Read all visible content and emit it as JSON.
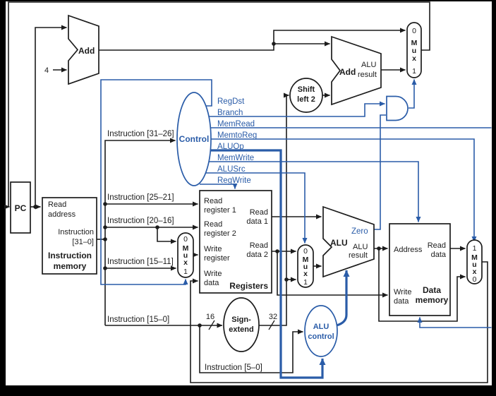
{
  "colors": {
    "blue": "#2a5ca8",
    "black": "#1c1c1c",
    "bg": "#ffffff",
    "frame": "#000000"
  },
  "blocks": {
    "pc": "PC",
    "imem": {
      "read": "Read",
      "address": "address",
      "instr": "Instruction",
      "bits": "[31–0]",
      "name1": "Instruction",
      "name2": "memory"
    },
    "regs": {
      "rr1a": "Read",
      "rr1b": "register 1",
      "rr2a": "Read",
      "rr2b": "register 2",
      "wra": "Write",
      "wrb": "register",
      "wda": "Write",
      "wdb": "data",
      "rd1a": "Read",
      "rd1b": "data 1",
      "rd2a": "Read",
      "rd2b": "data 2",
      "name": "Registers"
    },
    "dmem": {
      "address": "Address",
      "rda": "Read",
      "rdb": "data",
      "wda": "Write",
      "wdb": "data",
      "name1": "Data",
      "name2": "memory"
    },
    "add_pc": "Add",
    "add_branch": "Add",
    "add_branch_res1": "ALU",
    "add_branch_res2": "result",
    "alu": {
      "name": "ALU",
      "res1": "ALU",
      "res2": "result",
      "zero": "Zero"
    },
    "control": "Control",
    "shift": {
      "l1": "Shift",
      "l2": "left 2"
    },
    "sign": {
      "l1": "Sign-",
      "l2": "extend"
    },
    "aluctl": {
      "l1": "ALU",
      "l2": "control"
    }
  },
  "signals": {
    "regdst": "RegDst",
    "branch": "Branch",
    "memread": "MemRead",
    "memtoreg": "MemtoReg",
    "aluop": "ALUOp",
    "memwrite": "MemWrite",
    "alusrc": "ALUSrc",
    "regwrite": "RegWrite"
  },
  "fields": {
    "f31_26": "Instruction [31–26]",
    "f25_21": "Instruction [25–21]",
    "f20_16": "Instruction [20–16]",
    "f15_11": "Instruction [15–11]",
    "f15_0": "Instruction [15–0]",
    "f5_0": "Instruction [5–0]"
  },
  "widths": {
    "four": "4",
    "sixteen": "16",
    "thirtytwo": "32"
  },
  "mux": {
    "zero": "0",
    "one": "1",
    "m": "M",
    "u": "u",
    "x": "x"
  }
}
